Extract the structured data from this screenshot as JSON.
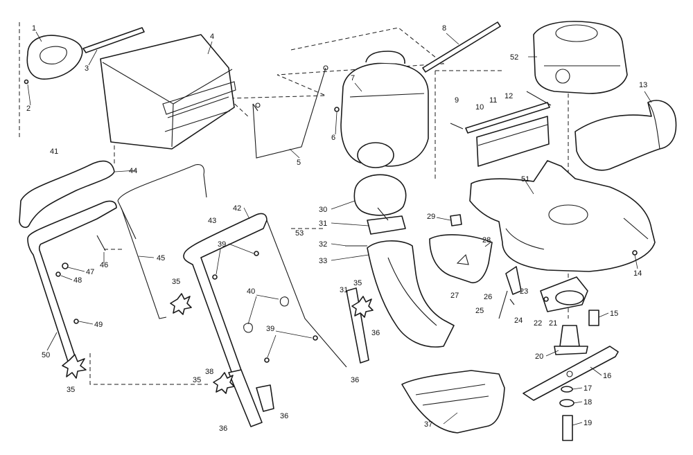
{
  "diagram": {
    "callouts": [
      {
        "id": "c1",
        "label": "1"
      },
      {
        "id": "c2",
        "label": "2"
      },
      {
        "id": "c3",
        "label": "3"
      },
      {
        "id": "c4",
        "label": "4"
      },
      {
        "id": "c5",
        "label": "5"
      },
      {
        "id": "c6",
        "label": "6"
      },
      {
        "id": "c7",
        "label": "7"
      },
      {
        "id": "c8",
        "label": "8"
      },
      {
        "id": "c9",
        "label": "9"
      },
      {
        "id": "c10",
        "label": "10"
      },
      {
        "id": "c11",
        "label": "11"
      },
      {
        "id": "c12",
        "label": "12"
      },
      {
        "id": "c13",
        "label": "13"
      },
      {
        "id": "c14",
        "label": "14"
      },
      {
        "id": "c15",
        "label": "15"
      },
      {
        "id": "c16",
        "label": "16"
      },
      {
        "id": "c17",
        "label": "17"
      },
      {
        "id": "c18",
        "label": "18"
      },
      {
        "id": "c19",
        "label": "19"
      },
      {
        "id": "c20",
        "label": "20"
      },
      {
        "id": "c21",
        "label": "21"
      },
      {
        "id": "c22",
        "label": "22"
      },
      {
        "id": "c23",
        "label": "23"
      },
      {
        "id": "c24",
        "label": "24"
      },
      {
        "id": "c25",
        "label": "25"
      },
      {
        "id": "c26",
        "label": "26"
      },
      {
        "id": "c27",
        "label": "27"
      },
      {
        "id": "c28",
        "label": "28"
      },
      {
        "id": "c29",
        "label": "29"
      },
      {
        "id": "c30",
        "label": "30"
      },
      {
        "id": "c31a",
        "label": "31"
      },
      {
        "id": "c31b",
        "label": "31"
      },
      {
        "id": "c32",
        "label": "32"
      },
      {
        "id": "c33",
        "label": "33"
      },
      {
        "id": "c35a",
        "label": "35"
      },
      {
        "id": "c35b",
        "label": "35"
      },
      {
        "id": "c35c",
        "label": "35"
      },
      {
        "id": "c35d",
        "label": "35"
      },
      {
        "id": "c36a",
        "label": "36"
      },
      {
        "id": "c36b",
        "label": "36"
      },
      {
        "id": "c36c",
        "label": "36"
      },
      {
        "id": "c36d",
        "label": "36"
      },
      {
        "id": "c37",
        "label": "37"
      },
      {
        "id": "c38",
        "label": "38"
      },
      {
        "id": "c39a",
        "label": "39"
      },
      {
        "id": "c39b",
        "label": "39"
      },
      {
        "id": "c40",
        "label": "40"
      },
      {
        "id": "c41",
        "label": "41"
      },
      {
        "id": "c42",
        "label": "42"
      },
      {
        "id": "c43",
        "label": "43"
      },
      {
        "id": "c44",
        "label": "44"
      },
      {
        "id": "c45",
        "label": "45"
      },
      {
        "id": "c46",
        "label": "46"
      },
      {
        "id": "c47",
        "label": "47"
      },
      {
        "id": "c48",
        "label": "48"
      },
      {
        "id": "c49",
        "label": "49"
      },
      {
        "id": "c50",
        "label": "50"
      },
      {
        "id": "c51",
        "label": "51"
      },
      {
        "id": "c52",
        "label": "52"
      },
      {
        "id": "c53",
        "label": "53"
      }
    ]
  }
}
